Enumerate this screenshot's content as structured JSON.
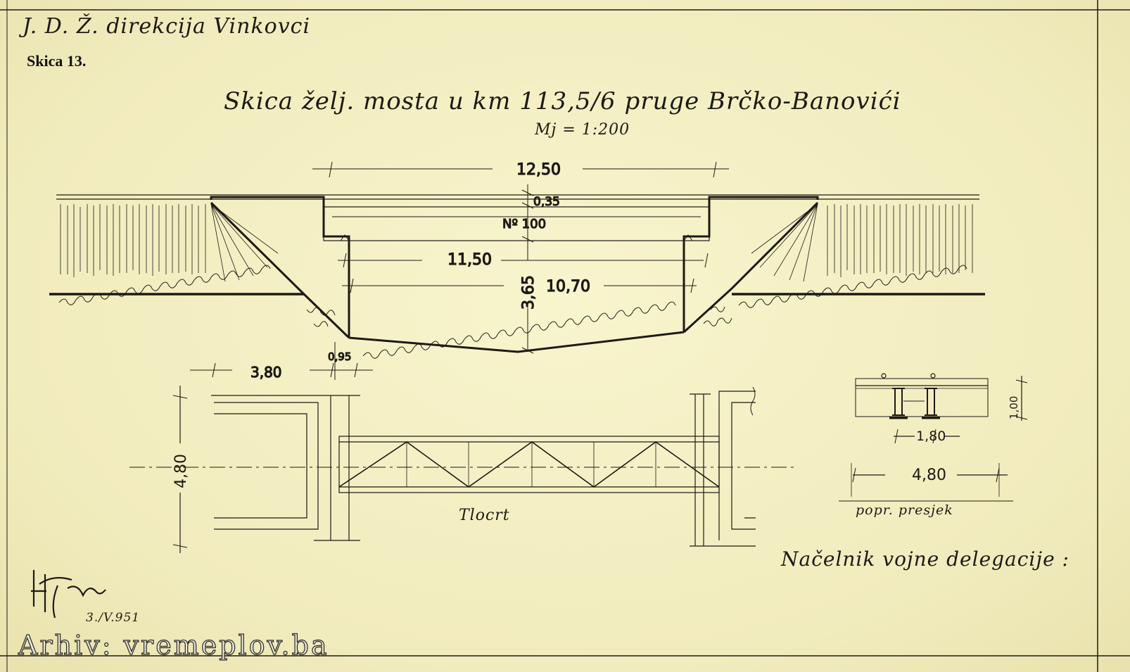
{
  "header": {
    "organization": "J. D. Ž. direkcija Vinkovci",
    "sketch_number": "Skica 13."
  },
  "title": {
    "main": "Skica želj. mosta u km 113,5/6 pruge Brčko-Banovići",
    "scale": "Mj = 1:200"
  },
  "elevation": {
    "span_total": "12,50",
    "deck_thickness": "0,35",
    "beam_profile": "Nº 100",
    "span_clear": "11,50",
    "span_inner": "10,70",
    "height": "3,65",
    "offset": "0,95"
  },
  "plan": {
    "label": "Tlocrt",
    "abutment_length": "3,80",
    "width": "4,80"
  },
  "cross_section": {
    "label": "popr. presjek",
    "girder_spacing": "1,80",
    "total_width": "4,80",
    "girder_height": "1,00"
  },
  "footer": {
    "chief_label": "Načelnik vojne delegacije :",
    "date": "3./V.951",
    "watermark": "Arhiv: vremeplov.ba"
  },
  "colors": {
    "paper": "#f6f2c6",
    "ink": "#1c1a14"
  }
}
